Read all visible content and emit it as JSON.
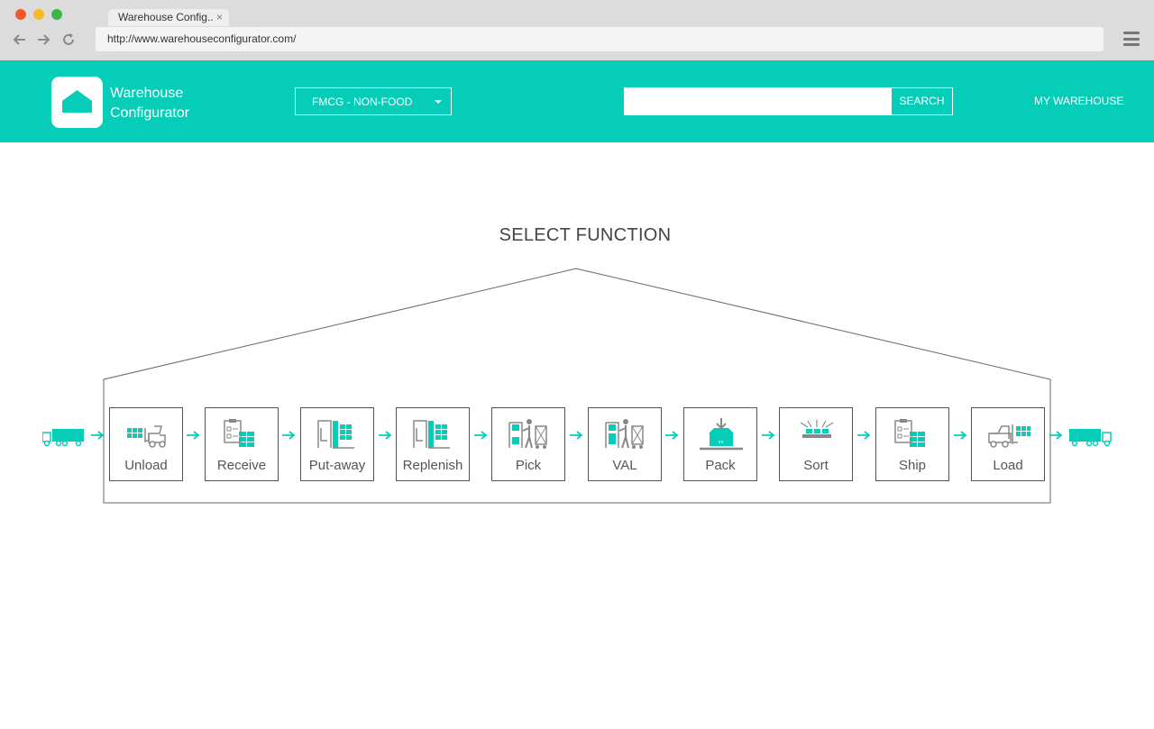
{
  "browser": {
    "tab_title": "Warehouse Config..",
    "tab_close": "×",
    "url": "http://www.warehouseconfigurator.com/"
  },
  "header": {
    "logo_line1": "Warehouse",
    "logo_line2": "Configurator",
    "dropdown_value": "FMCG - NON-FOOD",
    "search_placeholder": "",
    "search_button": "SEARCH",
    "my_warehouse": "MY WAREHOUSE"
  },
  "main": {
    "title": "SELECT FUNCTION",
    "functions": [
      {
        "label": "Unload",
        "icon": "unload-forklift-icon"
      },
      {
        "label": "Receive",
        "icon": "receive-clipboard-icon"
      },
      {
        "label": "Put-away",
        "icon": "put-away-icon"
      },
      {
        "label": "Replenish",
        "icon": "replenish-icon"
      },
      {
        "label": "Pick",
        "icon": "pick-worker-icon"
      },
      {
        "label": "VAL",
        "icon": "val-worker-icon"
      },
      {
        "label": "Pack",
        "icon": "pack-box-icon"
      },
      {
        "label": "Sort",
        "icon": "sort-icon"
      },
      {
        "label": "Ship",
        "icon": "ship-clipboard-icon"
      },
      {
        "label": "Load",
        "icon": "load-forklift-icon"
      }
    ]
  },
  "colors": {
    "accent": "#06cdb8",
    "icon_gray": "#888888",
    "line": "#555555"
  }
}
